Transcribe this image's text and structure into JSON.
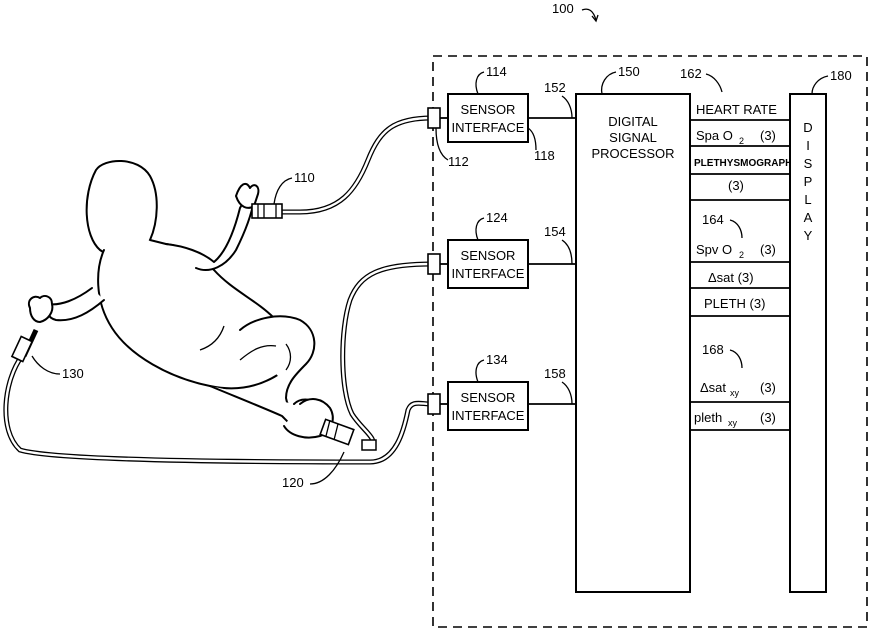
{
  "system_ref": "100",
  "sensors": [
    {
      "ref": "110"
    },
    {
      "ref": "120"
    },
    {
      "ref": "130"
    }
  ],
  "interfaces": [
    {
      "ref": "114",
      "line1": "SENSOR",
      "line2": "INTERFACE",
      "connector_ref": "112",
      "output_ref": "118",
      "bus_ref": "152"
    },
    {
      "ref": "124",
      "line1": "SENSOR",
      "line2": "INTERFACE",
      "bus_ref": "154"
    },
    {
      "ref": "134",
      "line1": "SENSOR",
      "line2": "INTERFACE",
      "bus_ref": "158"
    }
  ],
  "processor": {
    "ref": "150",
    "line1": "DIGITAL",
    "line2": "SIGNAL",
    "line3": "PROCESSOR"
  },
  "outputs": {
    "ref": "162",
    "heart_rate": "HEART RATE",
    "spao2_main": "Spa O",
    "spao2_sub": "2",
    "spao2_count": "(3)",
    "plethysmograph": "PLETHYSMOGRAPH",
    "plethysmograph_count": "(3)",
    "group2_ref": "164",
    "spvo2_main": "Spv O",
    "spvo2_sub": "2",
    "spvo2_count": "(3)",
    "dsat": "Δsat  (3)",
    "pleth": "PLETH  (3)",
    "group3_ref": "168",
    "dsatxy_main": "Δsat",
    "dsatxy_sub": "xy",
    "dsatxy_count": "(3)",
    "plethxy_main": "pleth",
    "plethxy_sub": "xy",
    "plethxy_count": "(3)"
  },
  "display": {
    "ref": "180",
    "letters": [
      "D",
      "I",
      "S",
      "P",
      "L",
      "A",
      "Y"
    ]
  }
}
